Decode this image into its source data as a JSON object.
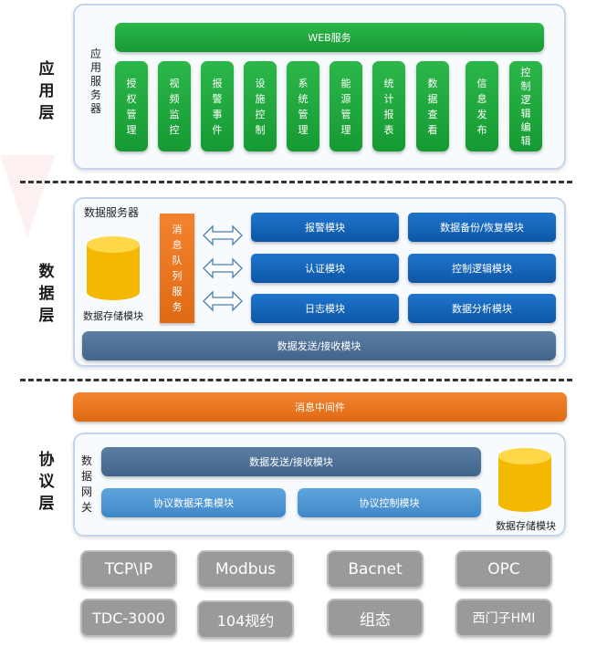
{
  "layers": {
    "app": "应用层",
    "data": "数据层",
    "proto": "协议层"
  },
  "app_server": {
    "title": "应用服务器",
    "web": "WEB服务",
    "modules": [
      "授权管理",
      "视频监控",
      "报警事件",
      "设施控制",
      "系统管理",
      "能源管理",
      "统计报表",
      "数据查看",
      "信息发布",
      "控制逻辑编辑"
    ]
  },
  "data_server": {
    "title": "数据服务器",
    "storage": "数据存储模块",
    "queue": "消息队列服务",
    "modules": [
      "报警模块",
      "数据备份/恢复模块",
      "认证模块",
      "控制逻辑模块",
      "日志模块",
      "数据分析模块"
    ],
    "send_recv": "数据发送/接收模块"
  },
  "middleware": "消息中间件",
  "gateway": {
    "title": "数据网关",
    "send_recv": "数据发送/接收模块",
    "collect": "协议数据采集模块",
    "control": "协议控制模块",
    "storage": "数据存储模块"
  },
  "protocols": [
    "TCP\\IP",
    "Modbus",
    "Bacnet",
    "OPC",
    "TDC-3000",
    "104规约",
    "组态",
    "西门子HMI"
  ],
  "colors": {
    "green": "#1fa83e",
    "blue": "#0f5fb3",
    "orange": "#ec7420",
    "cylinder": "#f7c400",
    "protocol_box": "#9a9a9a"
  }
}
